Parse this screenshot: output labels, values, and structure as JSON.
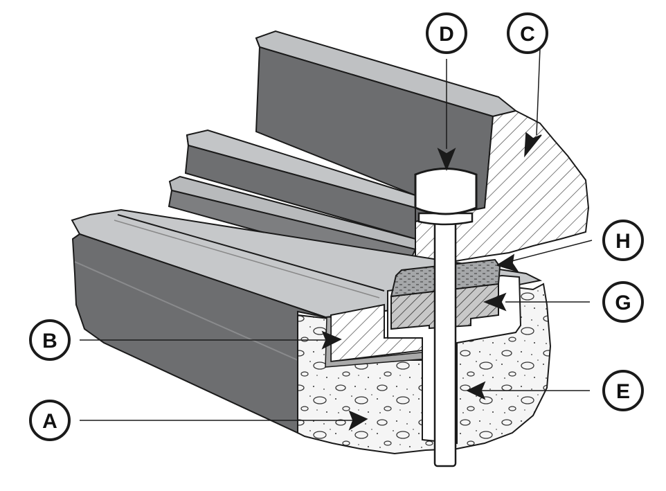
{
  "callouts": [
    {
      "id": "A",
      "label": "A"
    },
    {
      "id": "B",
      "label": "B"
    },
    {
      "id": "C",
      "label": "C"
    },
    {
      "id": "D",
      "label": "D"
    },
    {
      "id": "E",
      "label": "E"
    },
    {
      "id": "G",
      "label": "G"
    },
    {
      "id": "H",
      "label": "H"
    }
  ],
  "colors": {
    "body": "#6f7072",
    "top": "#b4b6b8",
    "top_light": "#c9cbcd",
    "riser": "#707173",
    "concrete": "#f3f3f3",
    "hatch": "#444444",
    "sealant": "#9c9ea0",
    "outline": "#1a1a1a"
  }
}
